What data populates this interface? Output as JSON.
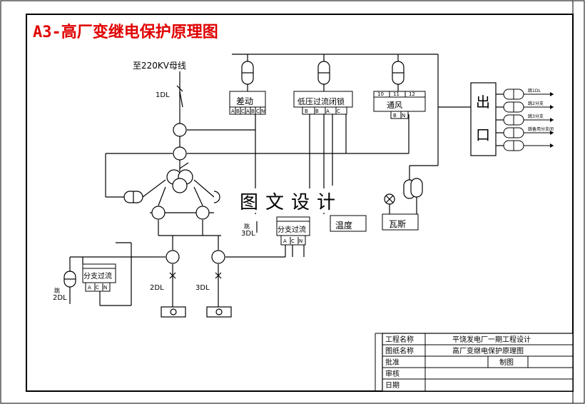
{
  "title": "A3-高厂变继电保护原理图",
  "watermark": "图文设计",
  "labels": {
    "bus": "至220KV母线",
    "dl1": "1DL",
    "dl2": "2DL",
    "dl3": "3DL",
    "br2dl": "跳",
    "br2dl_b": "2DL",
    "br3dl": "跳",
    "br3dl_b": "3DL"
  },
  "relays": {
    "diff": {
      "label": "差动",
      "terms": [
        "A",
        "B",
        "C",
        "A",
        "B",
        "C",
        "N"
      ]
    },
    "lowvolt": {
      "label": "低压过流闭锁",
      "terms": [
        "B",
        "B",
        "A",
        "C"
      ]
    },
    "fan": {
      "label": "通风",
      "top": [
        "10",
        "11",
        "12"
      ],
      "terms": [
        "B",
        "N"
      ]
    },
    "branch_right": {
      "label": "分支过流",
      "terms": [
        "A",
        "C",
        "N"
      ]
    },
    "branch_left": {
      "label": "分支过流",
      "terms": [
        "A",
        "C",
        "N"
      ]
    },
    "temp": {
      "label": "温度"
    },
    "gas": {
      "label": "瓦斯"
    },
    "exit": {
      "label": "出口"
    }
  },
  "outputs": [
    "跳1DL",
    "跳2分支",
    "跳3分支",
    "跳备用分支闭"
  ],
  "title_block": {
    "rows": [
      {
        "label": "工程名称",
        "value": "平饶发电厂一期工程设计"
      },
      {
        "label": "图纸名称",
        "value": "高厂变继电保护原理图"
      },
      {
        "label": "批准",
        "value": "",
        "extra": "制图"
      },
      {
        "label": "审核",
        "value": ""
      },
      {
        "label": "日期",
        "value": ""
      }
    ]
  },
  "colors": {
    "title": "#e00000",
    "line": "#000000"
  }
}
